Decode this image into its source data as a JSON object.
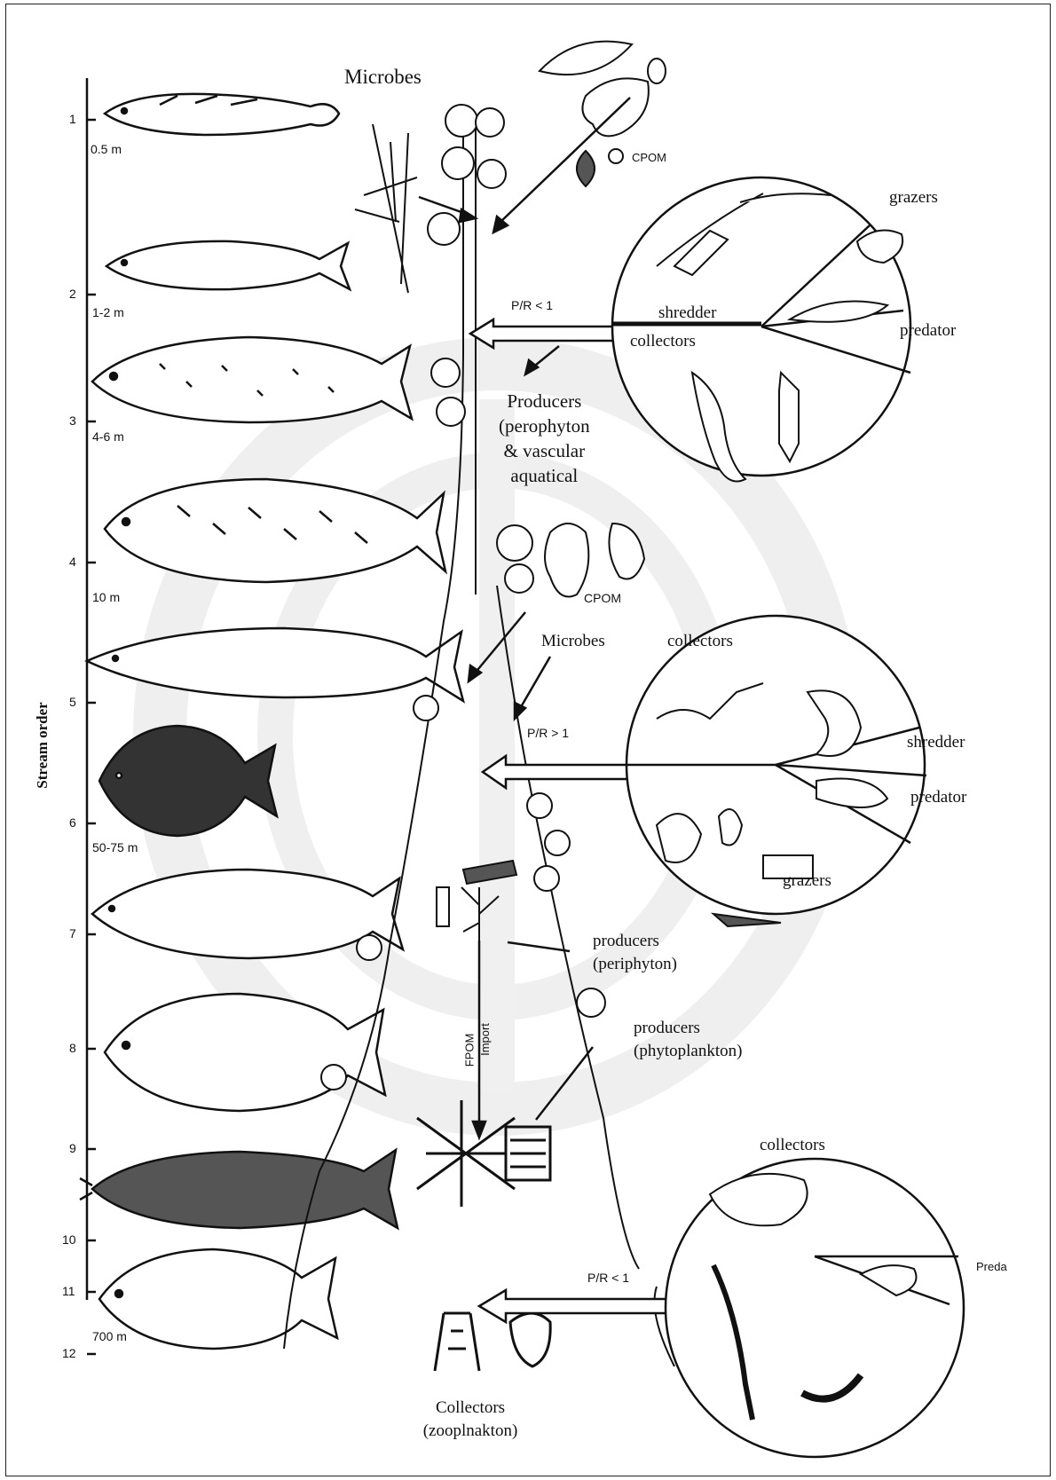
{
  "diagram": {
    "axis_title": "Stream order",
    "order_ticks": [
      "1",
      "2",
      "3",
      "4",
      "5",
      "6",
      "7",
      "8",
      "9",
      "10",
      "11",
      "12"
    ],
    "widths": [
      "0.5 m",
      "1-2 m",
      "4-6 m",
      "10 m",
      "50-75 m",
      "700 m"
    ],
    "labels": {
      "microbes_top": "Microbes",
      "cpom_top": "CPOM",
      "pr_top": "P/R < 1",
      "producers_mid": [
        "Producers",
        "(perophyton",
        "& vascular",
        "aquatical"
      ],
      "cpom_mid": "CPOM",
      "microbes_mid": "Microbes",
      "pr_mid": "P/R > 1",
      "fpom": "FPOM",
      "import": "Import",
      "producers_periphyton": [
        "producers",
        "(periphyton)"
      ],
      "producers_phytoplankton": [
        "producers",
        "(phytoplankton)"
      ],
      "pr_bottom": "P/R < 1",
      "collectors_bottom": [
        "Collectors",
        "(zooplnakton)"
      ]
    },
    "circle_top": {
      "grazers": "grazers",
      "shredder": "shredder",
      "predator": "predator",
      "collectors": "collectors"
    },
    "circle_mid": {
      "collectors": "collectors",
      "shredder": "shredder",
      "predator": "predator",
      "grazers": "grazers"
    },
    "circle_bottom": {
      "collectors": "collectors",
      "predator": "Preda"
    },
    "colors": {
      "ink": "#111111",
      "watermark": "#e6e6e6"
    }
  }
}
